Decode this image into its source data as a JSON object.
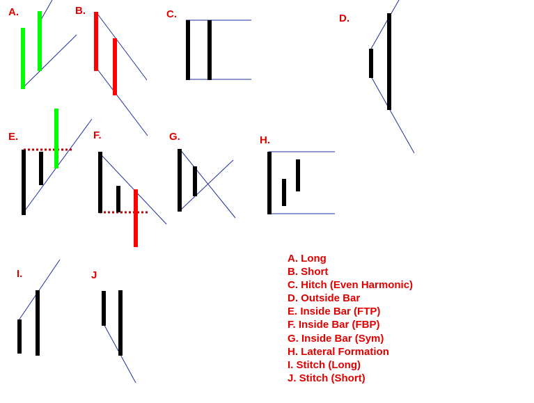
{
  "colors": {
    "up_bar": "#00ff00",
    "down_bar": "#ff0000",
    "neutral_bar": "#000000",
    "trend_line": "#1e2ea0",
    "label_text": "#e00000",
    "level_line": "#c00000"
  },
  "panels": [
    {
      "key": "A",
      "label": "A."
    },
    {
      "key": "B",
      "label": "B."
    },
    {
      "key": "C",
      "label": "C."
    },
    {
      "key": "D",
      "label": "D."
    },
    {
      "key": "E",
      "label": "E."
    },
    {
      "key": "F",
      "label": "F."
    },
    {
      "key": "G",
      "label": "G."
    },
    {
      "key": "H",
      "label": "H."
    },
    {
      "key": "I",
      "label": "I."
    },
    {
      "key": "J",
      "label": "J"
    }
  ],
  "legend": [
    "A. Long",
    "B. Short",
    "C. Hitch (Even Harmonic)",
    "D. Outside Bar",
    "E. Inside Bar (FTP)",
    "F. Inside Bar (FBP)",
    "G. Inside Bar (Sym)",
    "H. Lateral Formation",
    "I. Stitch (Long)",
    "J. Stitch (Short)"
  ]
}
